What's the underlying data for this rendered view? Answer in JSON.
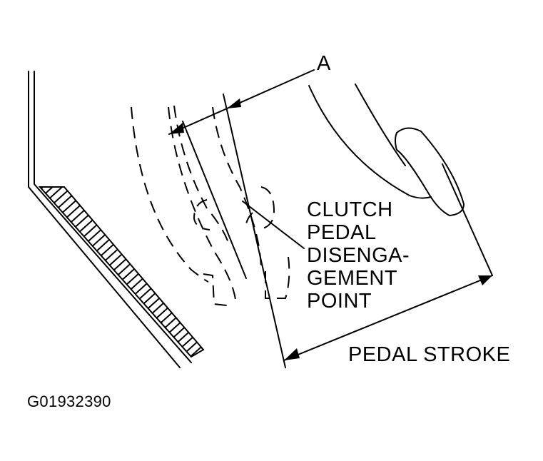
{
  "labels": {
    "dimension_a": "A",
    "disengagement_point": [
      "CLUTCH",
      "PEDAL",
      "DISENGA-",
      "GEMENT",
      "POINT"
    ],
    "pedal_stroke": "PEDAL STROKE",
    "figure_code": "G01932390"
  },
  "colors": {
    "ink": "#000000",
    "paper": "#ffffff"
  }
}
